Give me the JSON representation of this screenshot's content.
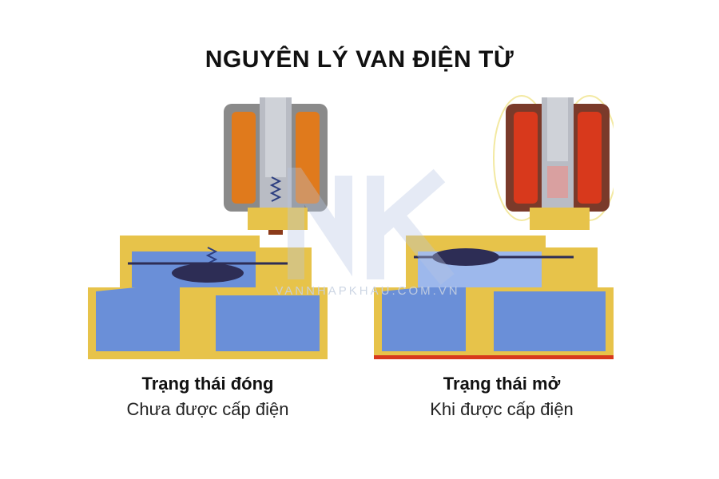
{
  "title": "NGUYÊN LÝ VAN ĐIỆN TỪ",
  "watermark": "VANNHAPKHAU.COM.VN",
  "colors": {
    "brass": "#e7c34a",
    "brass_dark": "#b8922a",
    "water": "#6a8fd8",
    "water_light": "#9db8ec",
    "coil": "#e07a1c",
    "coil_energized": "#d8391c",
    "diaphragm": "#2d2d55",
    "plunger": "#8b3a1a"
  },
  "closed": {
    "state_label": "Trạng thái đóng",
    "description": "Chưa được cấp điện"
  },
  "open": {
    "state_label": "Trạng thái mở",
    "description": "Khi được cấp điện"
  }
}
